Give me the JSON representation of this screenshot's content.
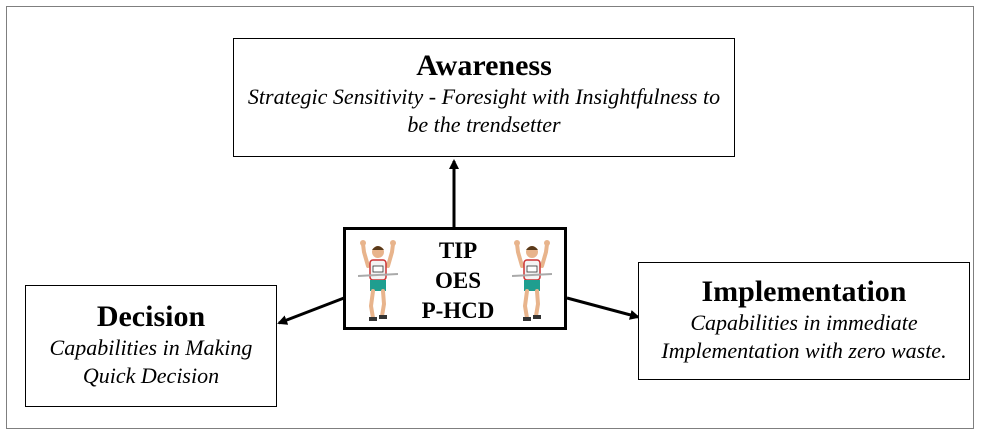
{
  "awareness": {
    "title": "Awareness",
    "line1": "Strategic Sensitivity - Foresight  with Insightfulness to",
    "line2": "be the trendsetter"
  },
  "decision": {
    "title": "Decision",
    "line1": "Capabilities in Making",
    "line2": "Quick Decision"
  },
  "implementation": {
    "title": "Implementation",
    "line1": "Capabilities in immediate",
    "line2": "Implementation with zero waste."
  },
  "center": {
    "items": [
      "TIP",
      "OES",
      "P-HCD"
    ],
    "icon": "runner-icon"
  }
}
